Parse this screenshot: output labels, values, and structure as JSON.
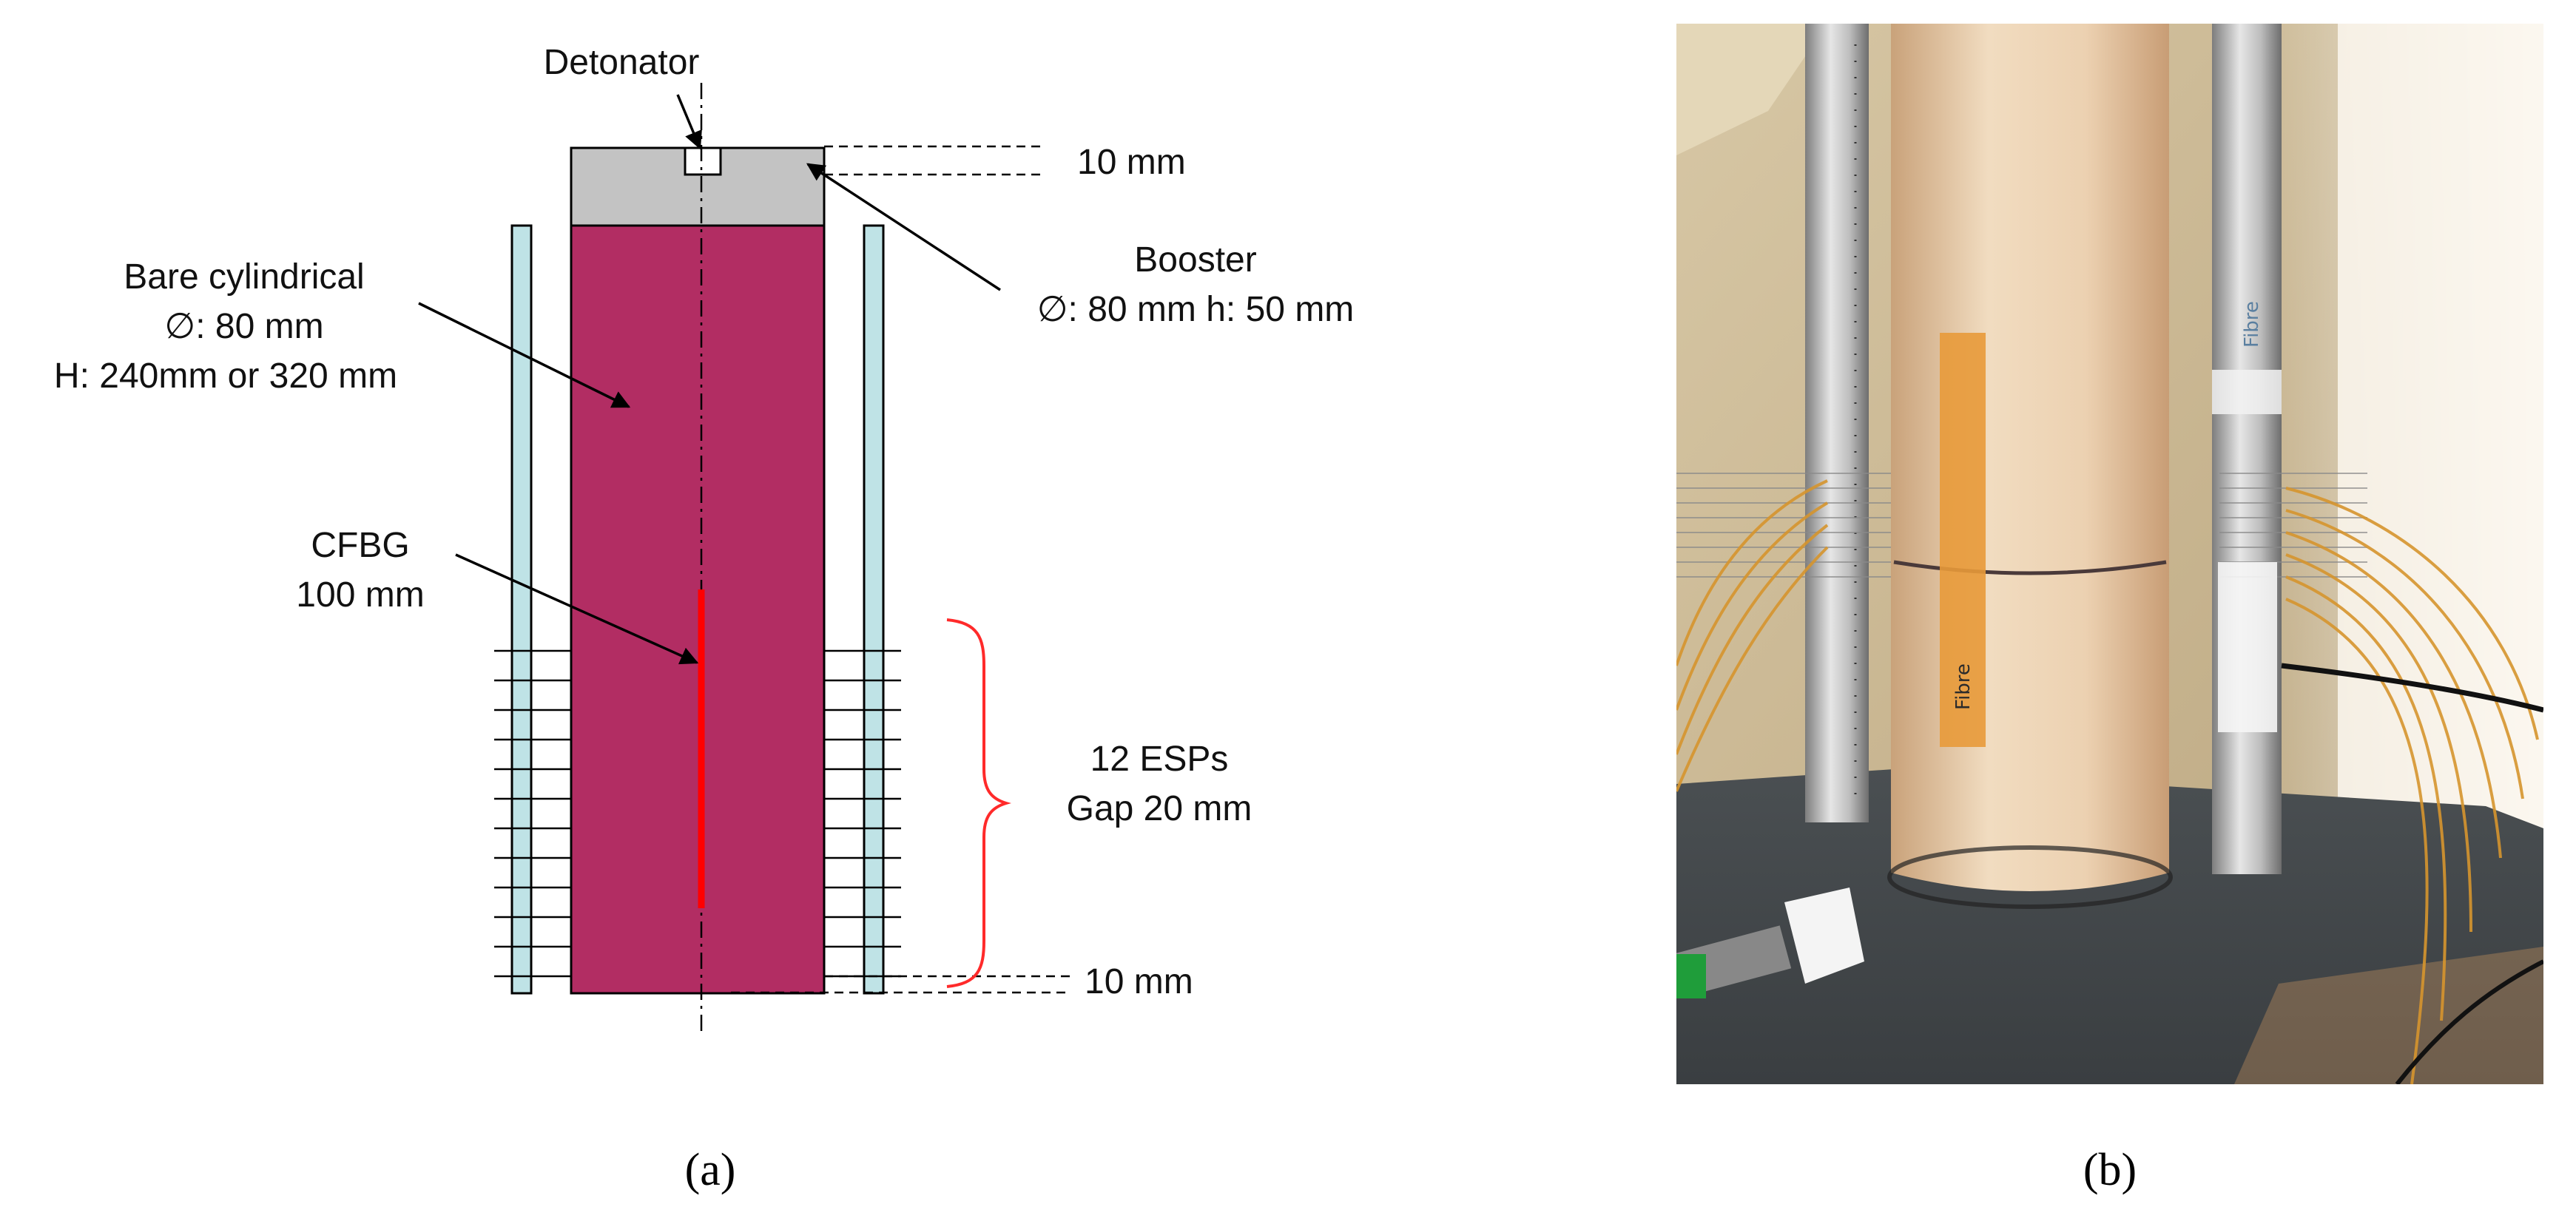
{
  "panel_a": {
    "caption": "(a)",
    "labels": {
      "detonator": "Detonator",
      "top_gap": "10 mm",
      "booster_title": "Booster",
      "booster_dims": "∅: 80 mm h: 50 mm",
      "charge_title": "Bare cylindrical",
      "charge_diameter": "∅: 80 mm",
      "charge_height": "H: 240mm or 320 mm",
      "cfbg_title": "CFBG",
      "cfbg_length": "100 mm",
      "esp_count": "12 ESPs",
      "esp_gap": "Gap 20 mm",
      "bottom_gap": "10 mm"
    },
    "colors": {
      "charge_fill": "#b22d63",
      "booster_fill": "#c3c3c3",
      "rod_fill": "#bfe3e6",
      "cfbg_line": "#ff0000",
      "brace": "#ff2a2a"
    },
    "esp_probe_count": 12
  },
  "panel_b": {
    "caption": "(b)",
    "photo_text": {
      "tape_label_1": "Fibre",
      "tape_label_2": "Fibre"
    }
  }
}
